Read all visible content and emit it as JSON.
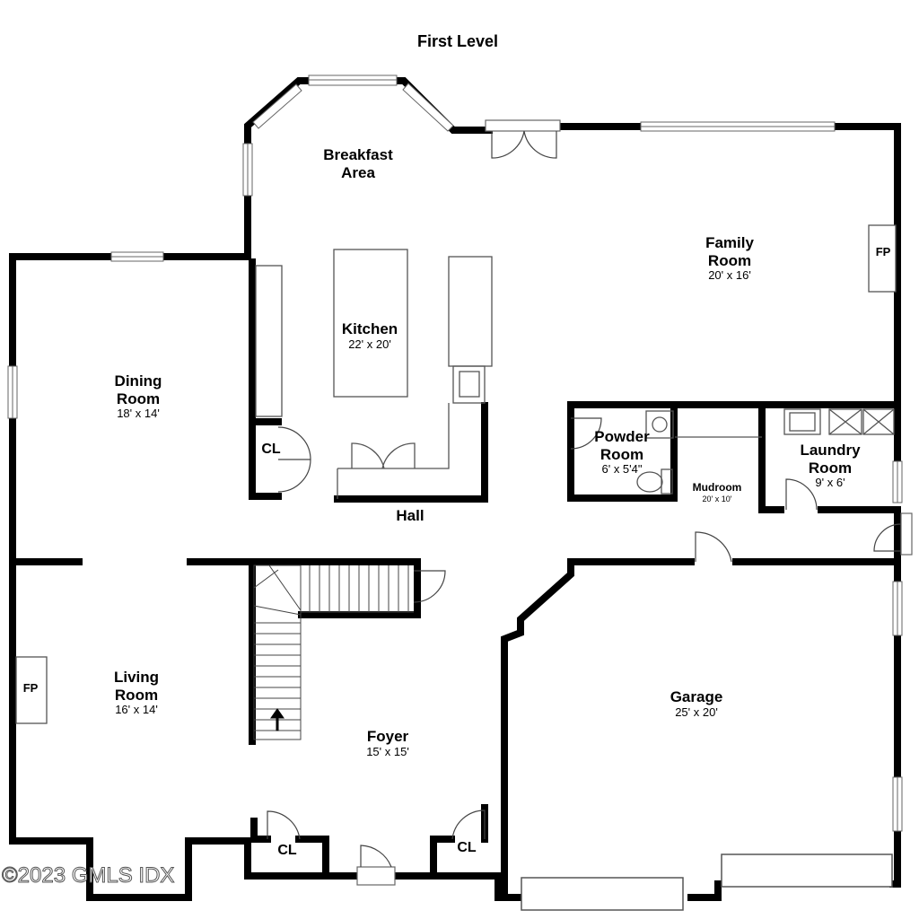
{
  "title": "First Level",
  "colors": {
    "wall": "#000000",
    "fixture": "#666666",
    "fill": "#ffffff",
    "window": "#f2f2f2"
  },
  "rooms": {
    "breakfast": {
      "name_line1": "Breakfast",
      "name_line2": "Area"
    },
    "family": {
      "name_line1": "Family",
      "name_line2": "Room",
      "size": "20' x 16'"
    },
    "kitchen": {
      "name": "Kitchen",
      "size": "22' x 20'"
    },
    "dining": {
      "name_line1": "Dining",
      "name_line2": "Room",
      "size": "18' x 14'"
    },
    "powder": {
      "name_line1": "Powder",
      "name_line2": "Room",
      "size": "6' x 5'4\""
    },
    "laundry": {
      "name_line1": "Laundry",
      "name_line2": "Room",
      "size": "9' x 6'"
    },
    "mudroom": {
      "name": "Mudroom",
      "size": "20' x 10'"
    },
    "hall": {
      "name": "Hall"
    },
    "living": {
      "name_line1": "Living",
      "name_line2": "Room",
      "size": "16' x 14'"
    },
    "foyer": {
      "name": "Foyer",
      "size": "15' x 15'"
    },
    "garage": {
      "name": "Garage",
      "size": "25' x 20'"
    }
  },
  "labels": {
    "fp_family": "FP",
    "fp_living": "FP",
    "cl_dining": "CL",
    "cl_foyer_left": "CL",
    "cl_foyer_right": "CL"
  },
  "watermark": "©2023 GMLS IDX"
}
